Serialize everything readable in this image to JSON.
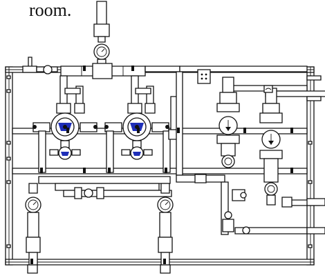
{
  "caption": "room.",
  "components": {
    "pressure_gauges": [
      "gauge-top-inlet",
      "gauge-pump-1",
      "gauge-pump-2",
      "gauge-lower-left",
      "gauge-lower-right",
      "gauge-center",
      "gauge-right"
    ],
    "pumps": [
      "pump-left",
      "pump-right"
    ],
    "flow_meters": [
      "flowmeter-left",
      "flowmeter-right"
    ],
    "icons": [
      "electrical-outlet-icon",
      "water-heater-icon"
    ]
  },
  "colors": {
    "line": "#111111",
    "accent": "#1f2fb8",
    "background": "#ffffff"
  }
}
